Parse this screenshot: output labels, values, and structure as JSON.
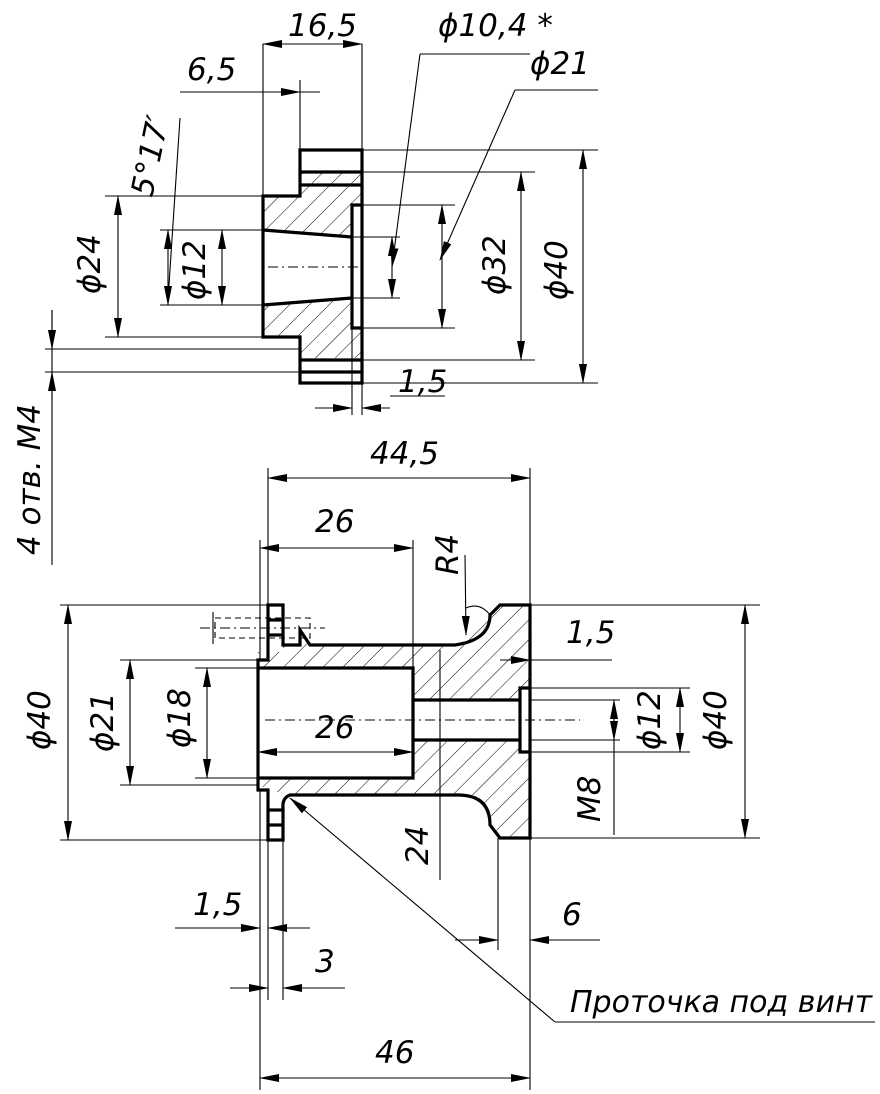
{
  "top_view": {
    "dim_width": "16,5",
    "dim_flange": "6,5",
    "dim_hole_diameter": "ϕ10,4 *",
    "dim_diameter_21": "ϕ21",
    "dim_taper_angle": "5°17′",
    "dim_diameter_24": "ϕ24",
    "dim_diameter_12": "ϕ12",
    "dim_diameter_32": "ϕ32",
    "dim_diameter_40": "ϕ40",
    "dim_step": "1,5",
    "note_holes": "4 отв. М4"
  },
  "bottom_view": {
    "dim_total_length": "44,5",
    "dim_bore_depth": "26",
    "dim_radius": "R4",
    "dim_face_step": "1,5",
    "dim_diameter_40_left": "ϕ40",
    "dim_diameter_21": "ϕ21",
    "dim_diameter_18": "ϕ18",
    "dim_inner_length": "26",
    "dim_diameter_12": "ϕ12",
    "dim_diameter_40_right": "ϕ40",
    "dim_thread": "M8",
    "dim_height_24": "24",
    "dim_flange_gap": "1,5",
    "dim_right_width": "6",
    "dim_groove": "3",
    "dim_overall": "46",
    "note_groove": "Проточка под винт"
  }
}
